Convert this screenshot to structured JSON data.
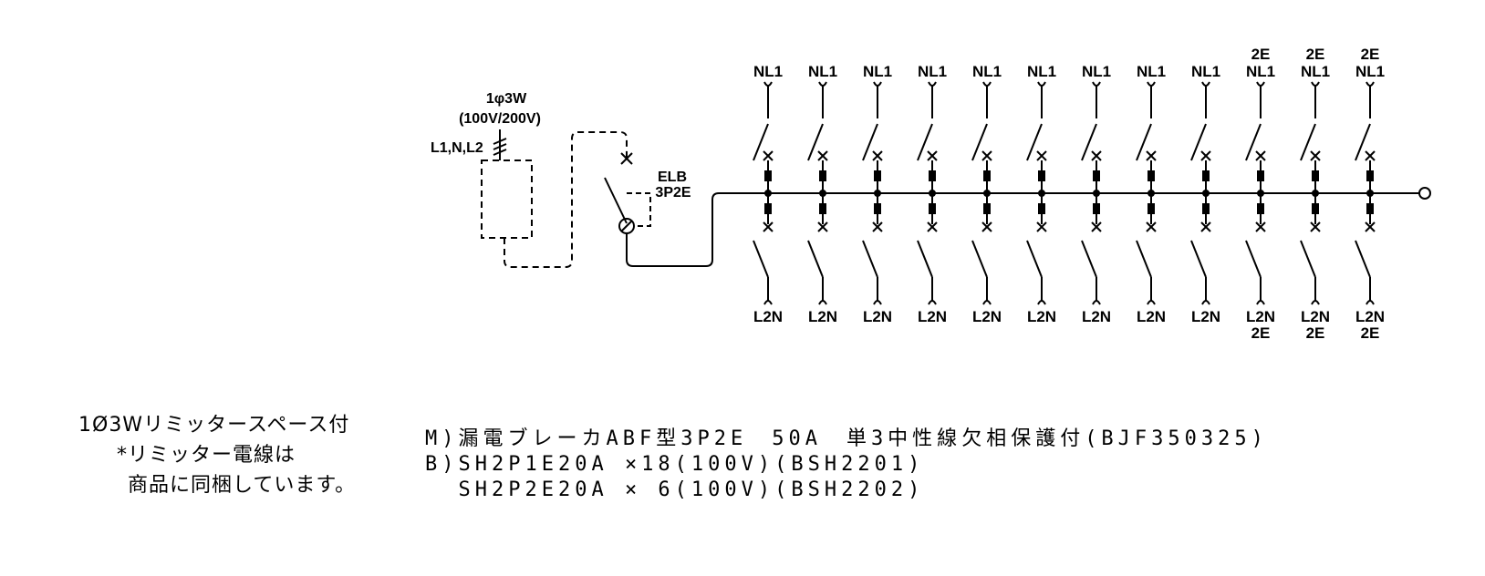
{
  "supply": {
    "phase": "1φ3W",
    "voltage": "(100V/200V)",
    "conductors": "L1,N,L2"
  },
  "main_breaker": {
    "type": "ELB",
    "poles": "3P2E"
  },
  "branches": [
    {
      "top": [
        "NL1"
      ],
      "bottom": [
        "L2N"
      ]
    },
    {
      "top": [
        "NL1"
      ],
      "bottom": [
        "L2N"
      ]
    },
    {
      "top": [
        "NL1"
      ],
      "bottom": [
        "L2N"
      ]
    },
    {
      "top": [
        "NL1"
      ],
      "bottom": [
        "L2N"
      ]
    },
    {
      "top": [
        "NL1"
      ],
      "bottom": [
        "L2N"
      ]
    },
    {
      "top": [
        "NL1"
      ],
      "bottom": [
        "L2N"
      ]
    },
    {
      "top": [
        "NL1"
      ],
      "bottom": [
        "L2N"
      ]
    },
    {
      "top": [
        "NL1"
      ],
      "bottom": [
        "L2N"
      ]
    },
    {
      "top": [
        "NL1"
      ],
      "bottom": [
        "L2N"
      ]
    },
    {
      "top": [
        "2E",
        "NL1"
      ],
      "bottom": [
        "L2N",
        "2E"
      ]
    },
    {
      "top": [
        "2E",
        "NL1"
      ],
      "bottom": [
        "L2N",
        "2E"
      ]
    },
    {
      "top": [
        "2E",
        "NL1"
      ],
      "bottom": [
        "L2N",
        "2E"
      ]
    }
  ],
  "notes": {
    "limiter_line1": "1Ø3Wリミッタースペース付",
    "limiter_line2": "*リミッター電線は",
    "limiter_line3": "商品に同梱しています。"
  },
  "spec": {
    "line_m": "M)漏電ブレーカABF型3P2E　50A　単3中性線欠相保護付(BJF350325)",
    "line_b1": "B)SH2P1E20A ×18(100V)(BSH2201)",
    "line_b2": "  SH2P2E20A × 6(100V)(BSH2202)"
  }
}
